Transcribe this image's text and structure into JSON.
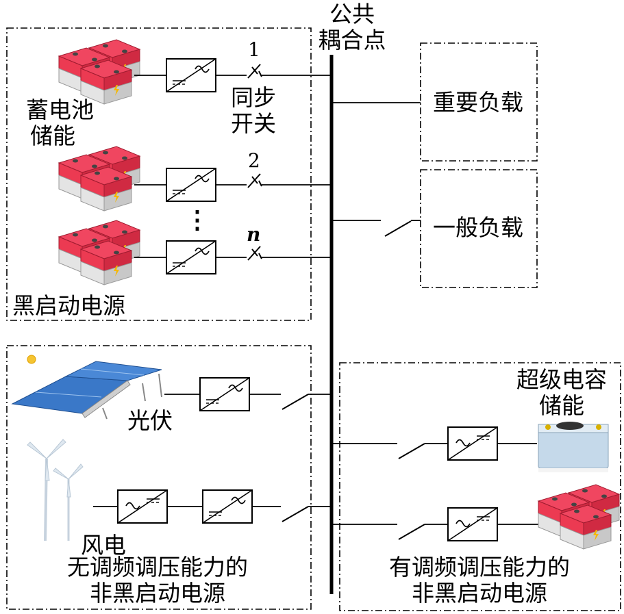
{
  "pcc": {
    "line1": "公共",
    "line2": "耦合点"
  },
  "black_start": {
    "group_label": "黑启动电源",
    "battery_label_line1": "蓄电池",
    "battery_label_line2": "储能",
    "switch_label_line1": "同步",
    "switch_label_line2": "开关",
    "branch_numbers": [
      "1",
      "2",
      "n"
    ],
    "ellipsis": "⋮"
  },
  "loads": {
    "critical": "重要负载",
    "general": "一般负载"
  },
  "non_black_no_reg": {
    "pv_label": "光伏",
    "wind_label": "风电",
    "group_line1": "无调频调压能力的",
    "group_line2": "非黑启动电源"
  },
  "non_black_reg": {
    "sc_label_line1": "超级电容",
    "sc_label_line2": "储能",
    "group_line1": "有调频调压能力的",
    "group_line2": "非黑启动电源"
  },
  "colors": {
    "battery_red": "#e8324a",
    "battery_body": "#e6e6e6",
    "pv_blue": "#3a78c8",
    "sun": "#f5c431",
    "capacitor_blue": "#c5d9ea"
  }
}
